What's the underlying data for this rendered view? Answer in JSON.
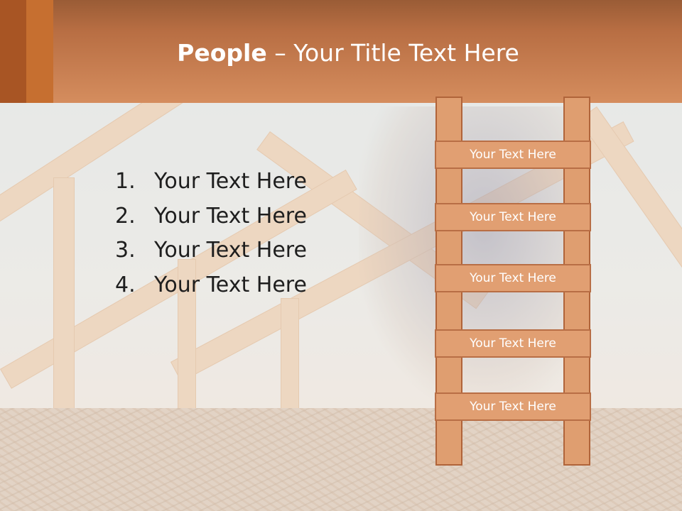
{
  "slide": {
    "title_bold": "People",
    "title_rest": " – Your Title Text Here",
    "list_items": [
      {
        "num": "1.",
        "text": "Your Text Here"
      },
      {
        "num": "2.",
        "text": "Your Text Here"
      },
      {
        "num": "3.",
        "text": "Your Text Here"
      },
      {
        "num": "4.",
        "text": "Your Text Here"
      }
    ],
    "ladder_rungs": [
      "Your Text Here",
      "Your Text Here",
      "Your Text Here",
      "Your Text Here",
      "Your Text Here"
    ]
  },
  "colors": {
    "header": "#c77a4b",
    "ladder": "#df9e70",
    "ladder_border": "#b0643a",
    "text": "#1e1e1e"
  }
}
